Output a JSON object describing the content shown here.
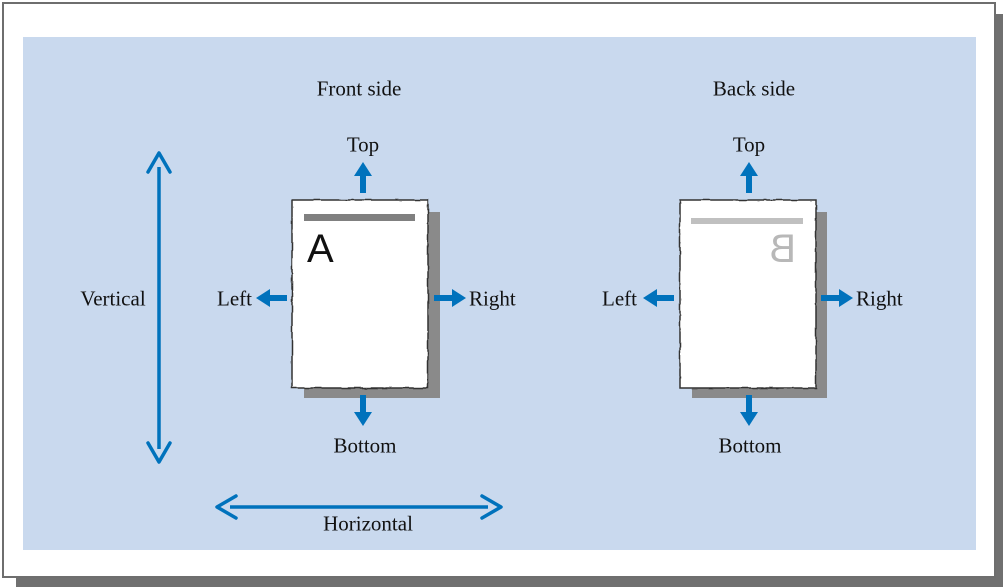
{
  "colors": {
    "panel_bg": "#c9d9ee",
    "arrow": "#0072bc",
    "page_fill": "#ffffff",
    "page_shadow": "#8a8a8a",
    "front_bar": "#808080",
    "back_bar": "#c0c0c0",
    "front_letter": "#111111",
    "back_letter": "#b8b8b8"
  },
  "axes": {
    "vertical_label": "Vertical",
    "horizontal_label": "Horizontal"
  },
  "front": {
    "title": "Front side",
    "top_label": "Top",
    "bottom_label": "Bottom",
    "left_label": "Left",
    "right_label": "Right",
    "letter": "A"
  },
  "back": {
    "title": "Back side",
    "top_label": "Top",
    "bottom_label": "Bottom",
    "left_label": "Left",
    "right_label": "Right",
    "letter": "B"
  }
}
